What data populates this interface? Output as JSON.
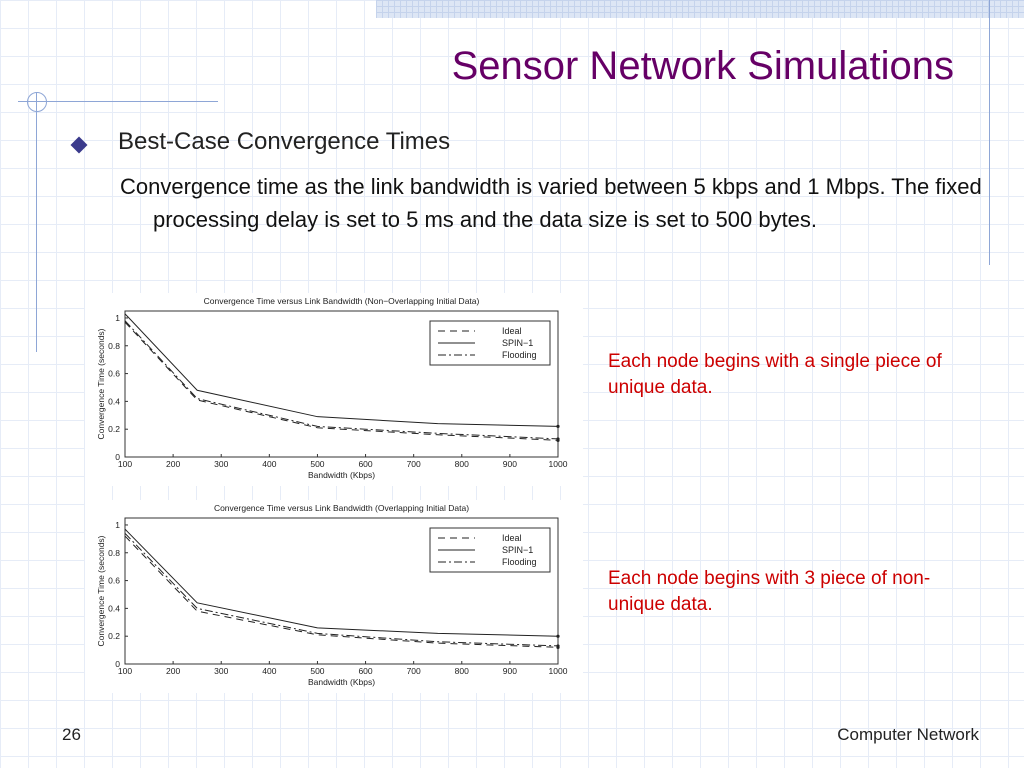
{
  "slide": {
    "title": "Sensor Network Simulations",
    "bullet_heading": "Best-Case Convergence Times",
    "description": "Convergence time as the link bandwidth is varied between 5 kbps and 1 Mbps. The fixed processing delay is set to 5 ms and the data size is set to 500 bytes.",
    "note_top": "Each node begins with a single piece of unique data.",
    "note_bottom": "Each node begins with 3 piece of non-unique data.",
    "page_number": "26",
    "footer": "Computer Network"
  },
  "colors": {
    "title": "#660066",
    "notes": "#cc0000",
    "decoration": "#8ea6d6"
  },
  "chart_data": [
    {
      "type": "line",
      "title": "Convergence Time versus Link Bandwidth (Non−Overlapping Initial Data)",
      "xlabel": "Bandwidth (Kbps)",
      "ylabel": "Convergence Time (seconds)",
      "xlim": [
        100,
        1000
      ],
      "ylim": [
        0,
        1.05
      ],
      "xticks": [
        100,
        200,
        300,
        400,
        500,
        600,
        700,
        800,
        900,
        1000
      ],
      "yticks": [
        0,
        0.2,
        0.4,
        0.6,
        0.8,
        1
      ],
      "grid": false,
      "legend_position": "top-right",
      "x": [
        100,
        250,
        500,
        750,
        1000
      ],
      "series": [
        {
          "name": "Ideal",
          "style": "dashed",
          "values": [
            0.97,
            0.41,
            0.21,
            0.16,
            0.12
          ]
        },
        {
          "name": "SPIN−1",
          "style": "solid",
          "values": [
            1.03,
            0.48,
            0.29,
            0.24,
            0.22
          ]
        },
        {
          "name": "Flooding",
          "style": "dashdot",
          "values": [
            0.98,
            0.42,
            0.22,
            0.17,
            0.13
          ]
        }
      ]
    },
    {
      "type": "line",
      "title": "Convergence Time versus Link Bandwidth (Overlapping Initial Data)",
      "xlabel": "Bandwidth (Kbps)",
      "ylabel": "Convergence Time (seconds)",
      "xlim": [
        100,
        1000
      ],
      "ylim": [
        0,
        1.05
      ],
      "xticks": [
        100,
        200,
        300,
        400,
        500,
        600,
        700,
        800,
        900,
        1000
      ],
      "yticks": [
        0,
        0.2,
        0.4,
        0.6,
        0.8,
        1
      ],
      "grid": false,
      "legend_position": "top-right",
      "x": [
        100,
        250,
        500,
        750,
        1000
      ],
      "series": [
        {
          "name": "Ideal",
          "style": "dashed",
          "values": [
            0.92,
            0.38,
            0.21,
            0.15,
            0.12
          ]
        },
        {
          "name": "SPIN−1",
          "style": "solid",
          "values": [
            0.97,
            0.44,
            0.26,
            0.22,
            0.2
          ]
        },
        {
          "name": "Flooding",
          "style": "dashdot",
          "values": [
            0.94,
            0.4,
            0.22,
            0.16,
            0.13
          ]
        }
      ]
    }
  ]
}
